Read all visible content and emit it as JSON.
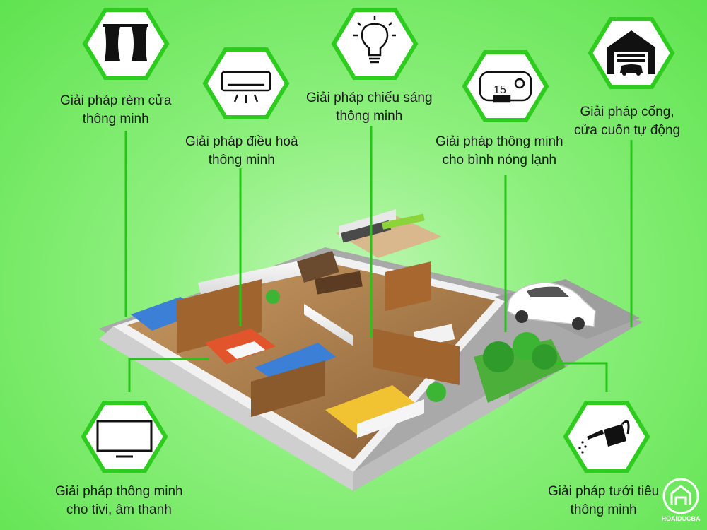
{
  "solutions": [
    {
      "id": "curtain",
      "icon": "curtain-icon",
      "line1": "Giải pháp rèm cửa",
      "line2": "thông minh"
    },
    {
      "id": "aircon",
      "icon": "air-conditioner-icon",
      "line1": "Giải pháp điều hoà",
      "line2": "thông minh"
    },
    {
      "id": "lighting",
      "icon": "light-bulb-icon",
      "line1": "Giải pháp chiếu sáng",
      "line2": "thông minh"
    },
    {
      "id": "heater",
      "icon": "water-heater-thermostat-icon",
      "line1": "Giải pháp thông minh",
      "line2": "cho bình nóng lạnh",
      "thermostat_value": "15"
    },
    {
      "id": "gate",
      "icon": "garage-gate-icon",
      "line1": "Giải pháp cổng,",
      "line2": "cửa cuốn tự động"
    },
    {
      "id": "tv",
      "icon": "television-icon",
      "line1": "Giải pháp thông minh",
      "line2": "cho tivi, âm thanh"
    },
    {
      "id": "irrigation",
      "icon": "watering-can-icon",
      "line1": "Giải pháp tưới tiêu",
      "line2": "thông minh"
    }
  ],
  "watermark": {
    "brand": "HOAIDUCBA"
  },
  "colors": {
    "accent": "#2ecc1f",
    "hex_fill": "#ffffff",
    "line": "#27c41a",
    "icon": "#111111"
  }
}
